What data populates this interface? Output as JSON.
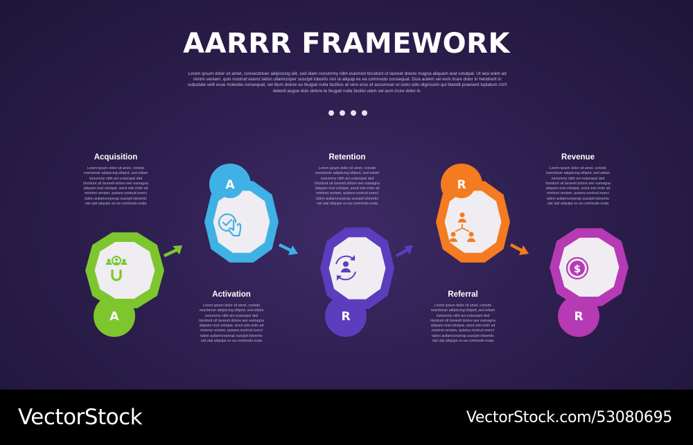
{
  "title": "AARRR FRAMEWORK",
  "intro": "Lorem ipsum dolor sit amet, consectetuer adipiscing elit, sed diam nonummy nibh euismod tincidunt ut laoreet dolore magna aliquam erat volutpat. Ut wisi enim ad minim veniam, quis nostrud exerci tation ullamcorper suscipit lobortis nisl ut aliquip ex ea commodo consequat. Duis autem vel eum iriure dolor in hendrerit in vulputate velit esse molestie consequat, vel illum dolore eu feugiat nulla facilisis at vero eros et accumsan et iusto odio dignissim qui blandit praesent luptatum zzril delenit augue duis dolore te feugait nulla facilisi utem vel eum iriure dolor in.",
  "stages": [
    {
      "title": "Acquisition",
      "letter": "A",
      "icon": "magnet-users-icon",
      "color": "#7dc62e",
      "text": "Lorem ipsum dolor sit amet, coriedo noectetuer adipiscing elitped, sed ediam nonummy nibh aro euisnopel ded tincidunt utl laoreett dolore wer eamagna aliquam erat volutpat. areut wisi enim ad minimei veniam, quisera nostrud exerci tation aullamcorperap suscipit loboertis nisl utal aliquipe ex ea commodo erata"
    },
    {
      "title": "Activation",
      "letter": "A",
      "icon": "check-hand-icon",
      "color": "#3fb1e5",
      "text": "Lorem ipsum dolor sit amet, coriedo noectetuer adipiscing elitped, sed ediam nonummy nibh aro euisnopel ded tincidunt utl laoreett dolore wer eamagna aliquam erat volutpat. areut wisi enim ad minimei veniam, quisera nostrud exerci tation aullamcorperap suscipit loboertis nisl utal aliquipe ex ea commodo erata"
    },
    {
      "title": "Retention",
      "letter": "R",
      "icon": "user-cycle-icon",
      "color": "#5b3dbd",
      "text": "Lorem ipsum dolor sit amet, coriedo noectetuer adipiscing elitped, sed ediam nonummy nibh aro euisnopel ded tincidunt utl laoreett dolore wer eamagna aliquam erat volutpat. areut wisi enim ad minimei veniam, quisera nostrud exerci tation aullamcorperap suscipit loboertis nisl utal aliquipe ex ea commodo erata"
    },
    {
      "title": "Referral",
      "letter": "R",
      "icon": "network-users-icon",
      "color": "#f47b20",
      "text": "Lorem ipsum dolor sit amet, coriedo noectetuer adipiscing elitped, sed ediam nonummy nibh aro euisnopel ded tincidunt utl laoreett dolore wer eamagna aliquam erat volutpat. areut wisi enim ad minimei veniam, quisera nostrud exerci tation aullamcorperap suscipit loboertis nisl utal aliquipe ex ea commodo erata"
    },
    {
      "title": "Revenue",
      "letter": "R",
      "icon": "dollar-coin-icon",
      "color": "#b63ab4",
      "text": "Lorem ipsum dolor sit amet, coriedo noectetuer adipiscing elitped, sed ediam nonummy nibh aro euisnopel ded tincidunt utl laoreett dolore wer eamagna aliquam erat volutpat. areut wisi enim ad minimei veniam, quisera nostrud exerci tation aullamcorperap suscipit loboertis nisl utal aliquipe ex ea commodo erata"
    }
  ],
  "arrow_colors": [
    "#7dc62e",
    "#3fb1e5",
    "#5b3dbd",
    "#f47b20"
  ],
  "footer": {
    "brand": "VectorStock",
    "credit": "VectorStock.com/53080695"
  }
}
